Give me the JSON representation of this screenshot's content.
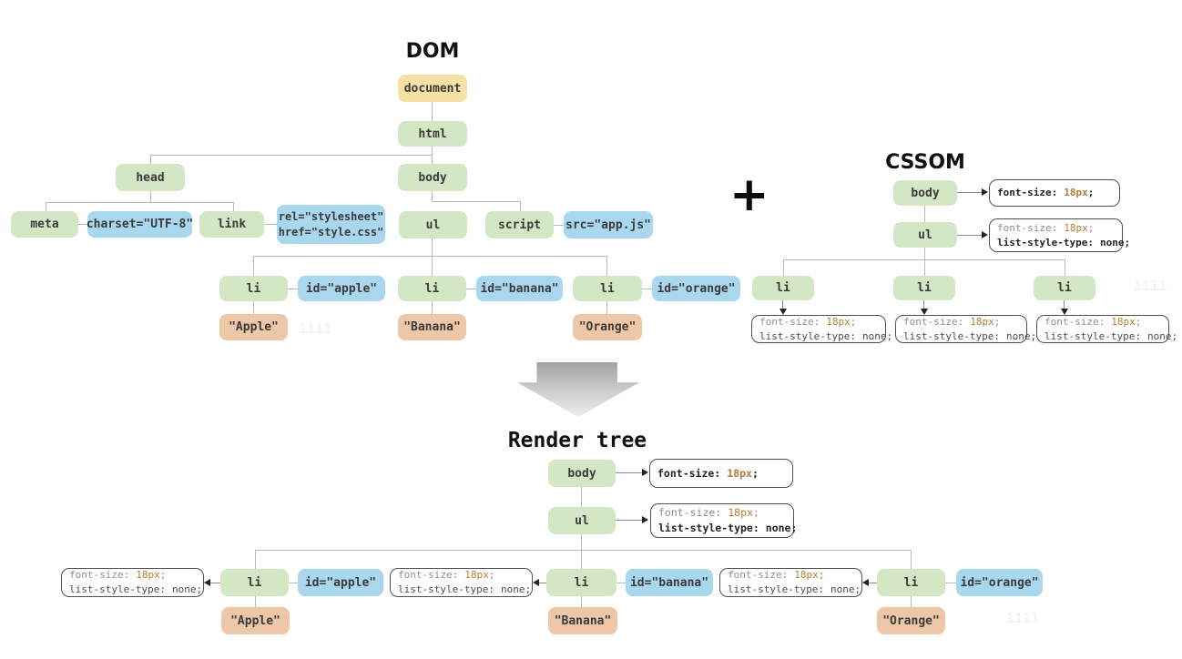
{
  "titles": {
    "dom": "DOM",
    "plus": "+",
    "cssom": "CSSOM",
    "render": "Render tree"
  },
  "nodes": {
    "document": "document",
    "html": "html",
    "head": "head",
    "body": "body",
    "meta": "meta",
    "link": "link",
    "ul": "ul",
    "script": "script",
    "li": "li"
  },
  "attributes": {
    "meta_charset": "charset=\"UTF-8\"",
    "link_rel": "rel=\"stylesheet\"",
    "link_href": "href=\"style.css\"",
    "script_src": "src=\"app.js\"",
    "li_apple": "id=\"apple\"",
    "li_banana": "id=\"banana\"",
    "li_orange": "id=\"orange\""
  },
  "text_nodes": {
    "apple": "\"Apple\"",
    "banana": "\"Banana\"",
    "orange": "\"Orange\""
  },
  "css_rules": {
    "font_size_name": "font-size:",
    "font_size_value": "18px",
    "list_style_name": "list-style-type:",
    "list_style_value": "none",
    "semicolon": ";"
  },
  "watermark": "1111",
  "colors": {
    "document_node": "#f7e0a3",
    "element_node": "#d3e7c4",
    "attribute_node": "#a9d7ee",
    "text_node": "#edc7a8",
    "css_value": "#b87b33",
    "connector": "#b9b9b9"
  }
}
